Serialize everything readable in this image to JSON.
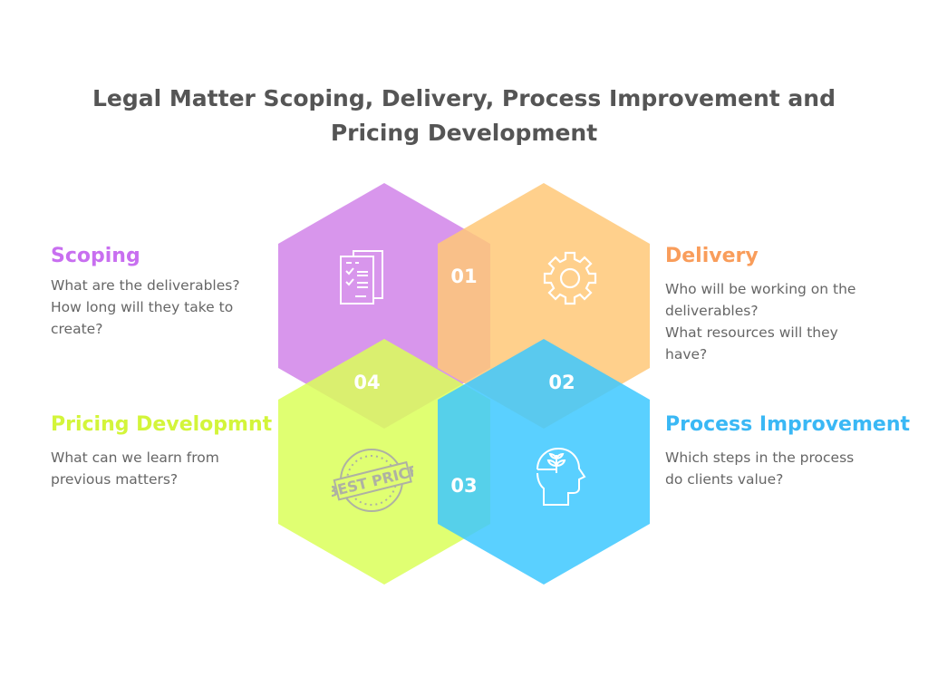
{
  "title": {
    "line1": "Legal Matter Scoping, Delivery, Process Improvement and",
    "line2": "Pricing Development"
  },
  "colors": {
    "scoping": "#c86ff0",
    "delivery": "#f99d5b",
    "pricing": "#d3f53a",
    "process": "#3ab8f5"
  },
  "steps": [
    {
      "number": "01",
      "heading": "Scoping",
      "lines": [
        "What are the deliverables?",
        "How long will they take to",
        "create?"
      ],
      "icon": "checklist-document-icon"
    },
    {
      "number": "02",
      "heading": "Delivery",
      "lines": [
        "Who will be working on the",
        "deliverables?",
        "What resources will they",
        "have?"
      ],
      "icon": "gear-icon"
    },
    {
      "number": "03",
      "heading": "Process Improvement",
      "lines": [
        "Which steps in the process",
        "do clients value?"
      ],
      "icon": "head-growth-icon"
    },
    {
      "number": "04",
      "heading": "Pricing Developmnt",
      "lines": [
        "What can we learn from",
        "previous matters?"
      ],
      "icon": "best-price-stamp-icon",
      "stamp_text": "BEST PRICE"
    }
  ]
}
